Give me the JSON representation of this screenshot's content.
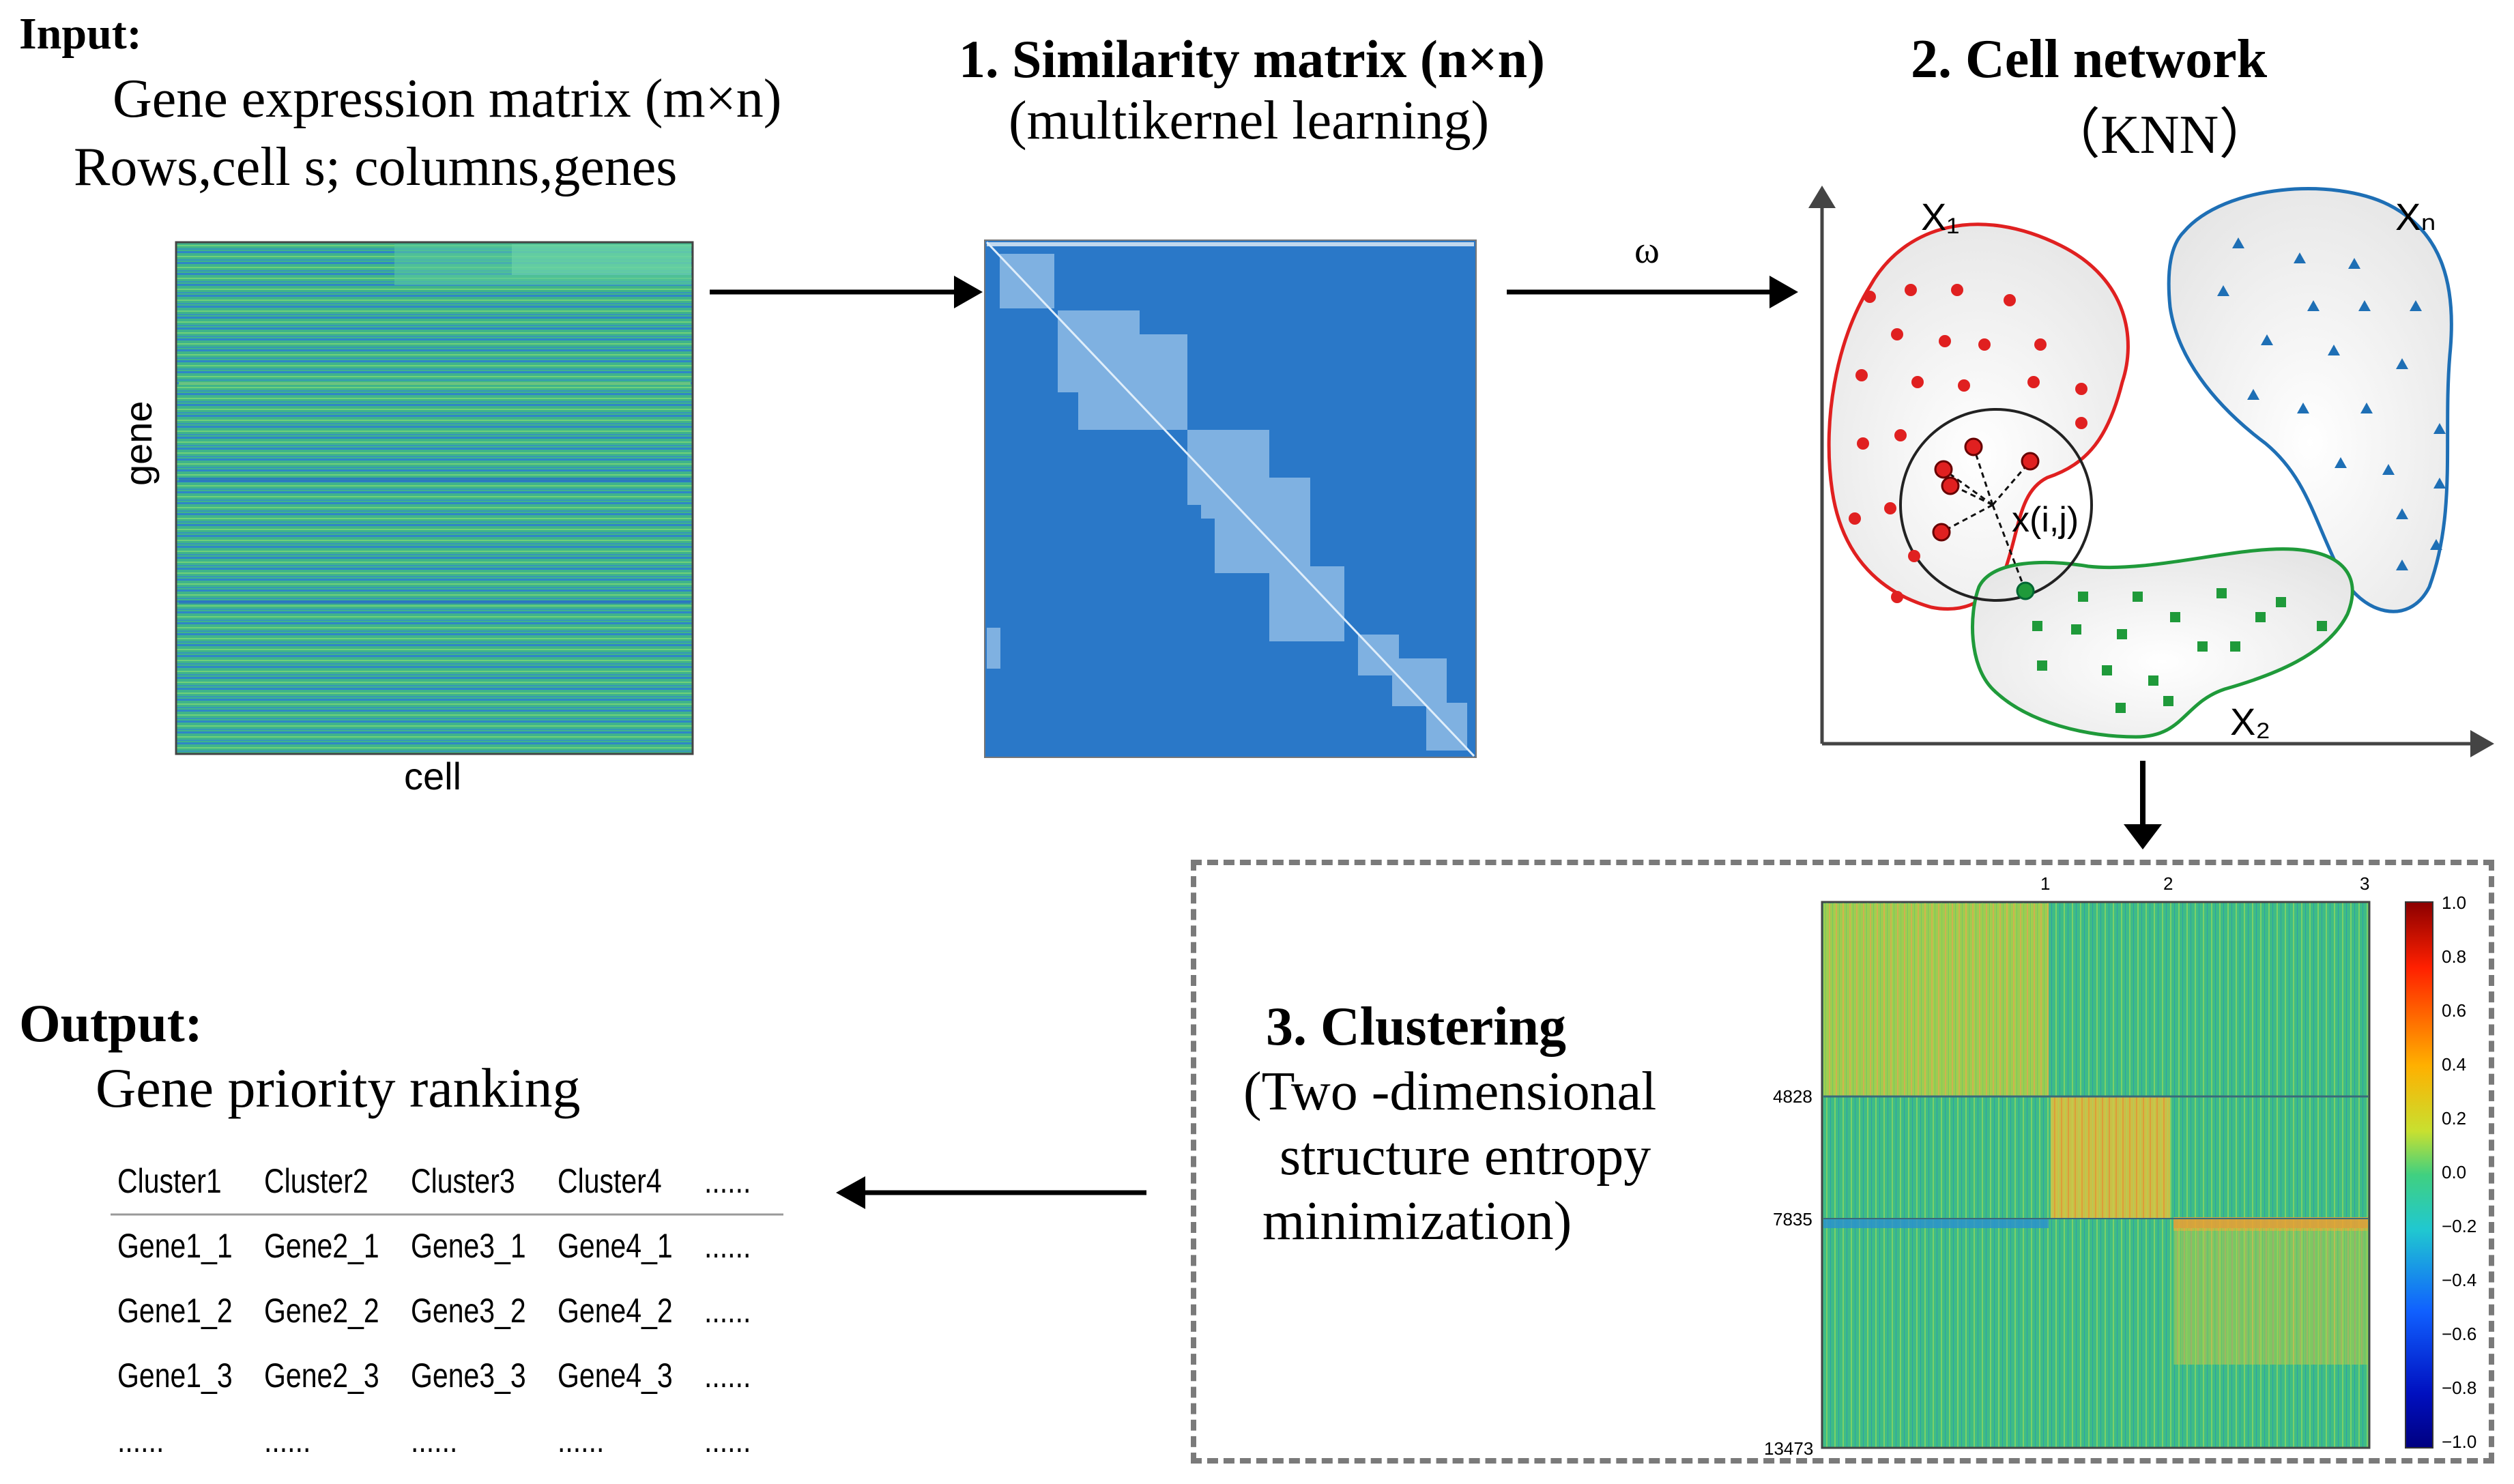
{
  "input": {
    "heading": "Input:",
    "line1": "Gene expression matrix (m×n)",
    "line2": "Rows,cell  s; columns,genes",
    "axis_y": "gene",
    "axis_x": "cell"
  },
  "step1": {
    "title": "1. Similarity matrix (n×n)",
    "subtitle": "(multikernel learning)"
  },
  "step2": {
    "title": "2.  Cell network",
    "subtitle": "（KNN）",
    "edge_label": "ω",
    "cluster_labels": [
      "X₁",
      "Xₙ",
      "X₂"
    ],
    "node_label": "x(i,j)"
  },
  "step3": {
    "line1": "3. Clustering",
    "line2": "(Two -dimensional",
    "line3": "structure entropy",
    "line4": "minimization)",
    "heatmap_top_ticks": [
      "1",
      "2",
      "3"
    ],
    "heatmap_left_ticks": [
      "4828",
      "7835",
      "13473"
    ],
    "colorbar_ticks": [
      "1.0",
      "0.8",
      "0.6",
      "0.4",
      "0.2",
      "0.0",
      "−0.2",
      "−0.4",
      "−0.6",
      "−0.8",
      "−1.0"
    ]
  },
  "output": {
    "heading": "Output:",
    "subtitle": "Gene priority ranking",
    "table": {
      "header": [
        "Cluster1",
        "Cluster2",
        "Cluster3",
        "Cluster4",
        "......"
      ],
      "rows": [
        [
          "Gene1_1",
          "Gene2_1",
          "Gene3_1",
          "Gene4_1",
          "......"
        ],
        [
          "Gene1_2",
          "Gene2_2",
          "Gene3_2",
          "Gene4_2",
          "......"
        ],
        [
          "Gene1_3",
          "Gene2_3",
          "Gene3_3",
          "Gene4_3",
          "......"
        ],
        [
          "......",
          "......",
          "......",
          "......",
          "......"
        ]
      ]
    }
  },
  "colors": {
    "heatmap_blue": "#2a78c8",
    "heatmap_green": "#3ec08a",
    "cluster1": "#e02020",
    "cluster_n": "#1e6fb5",
    "cluster2": "#1f9a3a"
  }
}
